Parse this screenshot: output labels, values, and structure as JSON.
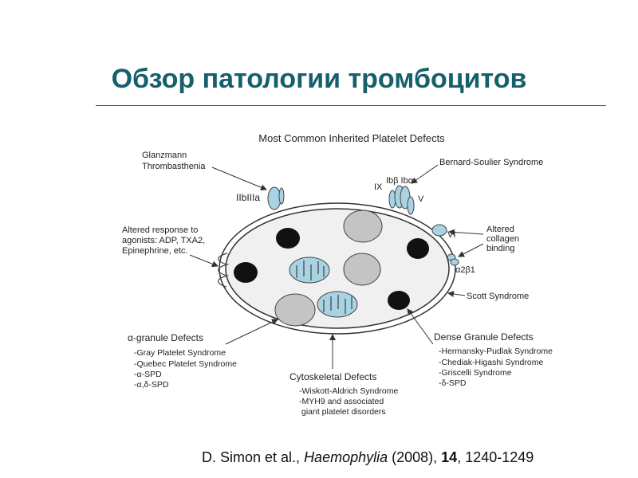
{
  "slide": {
    "title": "Обзор патологии тромбоцитов"
  },
  "diagram": {
    "heading": "Most Common Inherited Platelet Defects",
    "receptors": {
      "glanzmann_l1": "Glanzmann",
      "glanzmann_l2": "Thrombasthenia",
      "iib_iiia": "IIbIIIa",
      "ix": "IX",
      "ib": "Ibβ Ibα",
      "v": "V",
      "bernard_soulier": "Bernard-Soulier Syndrome",
      "vi": "VI",
      "altered_collagen_l1": "Altered",
      "altered_collagen_l2": "collagen",
      "altered_collagen_l3": "binding",
      "a2b1": "α2β1",
      "scott": "Scott Syndrome",
      "agonists_l1": "Altered response to",
      "agonists_l2": "agonists: ADP, TXA2,",
      "agonists_l3": "Epinephrine, etc."
    },
    "alpha_granule": {
      "title": "α-granule Defects",
      "items": [
        "-Gray Platelet Syndrome",
        "-Quebec Platelet Syndrome",
        "-α-SPD",
        "-α,δ-SPD"
      ]
    },
    "cytoskeletal": {
      "title": "Cytoskeletal Defects",
      "items": [
        "-Wiskott-Aldrich Syndrome",
        "-MYH9 and associated",
        "giant platelet disorders"
      ]
    },
    "dense_granule": {
      "title": "Dense Granule Defects",
      "items": [
        "-Hermansky-Pudlak Syndrome",
        "-Chediak-Higashi Syndrome",
        "-Griscelli Syndrome",
        "-δ-SPD"
      ]
    }
  },
  "citation": {
    "authors": "D. Simon et al., ",
    "journal": "Haemophylia",
    "year": " (2008), ",
    "volume": "14",
    "pages": ", 1240-1249"
  },
  "colors": {
    "title": "#14606b",
    "receptor_fill": "#a9d3e3",
    "alpha_granule_fill": "#c4c4c4",
    "dense_granule_fill": "#111111",
    "platelet_fill": "#f0f0f0"
  }
}
